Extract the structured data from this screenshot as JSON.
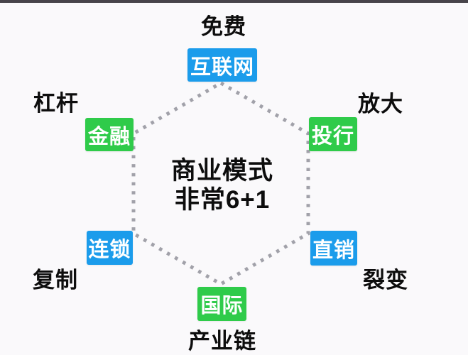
{
  "colors": {
    "page_background": "#faf9fb",
    "top_bar": "#47444a",
    "node_blue": "#1b9ceb",
    "node_green": "#2fcb4a",
    "dotted_line": "#a1a1a9",
    "keyword_text": "#0d0d0d",
    "box_text": "#ffffff"
  },
  "center": {
    "title_line1": "商业模式",
    "title_line2": "非常6+1"
  },
  "vertices": {
    "top": {
      "box_label": "互联网",
      "keyword": "免费",
      "box_color": "#1b9ceb"
    },
    "top_left": {
      "box_label": "金融",
      "keyword": "杠杆",
      "box_color": "#2fcb4a"
    },
    "top_right": {
      "box_label": "投行",
      "keyword": "放大",
      "box_color": "#2fcb4a"
    },
    "bottom_left": {
      "box_label": "连锁",
      "keyword": "复制",
      "box_color": "#1b9ceb"
    },
    "bottom_right": {
      "box_label": "直销",
      "keyword": "裂变",
      "box_color": "#1b9ceb"
    },
    "bottom": {
      "box_label": "国际",
      "keyword": "产业链",
      "box_color": "#2fcb4a"
    }
  }
}
